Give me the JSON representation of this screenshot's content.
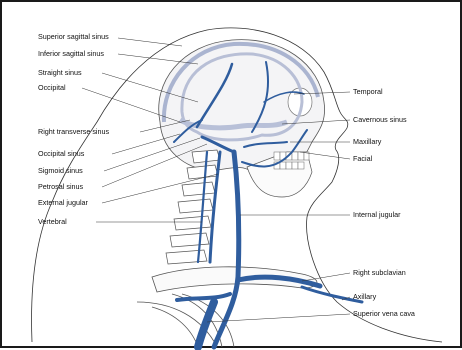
{
  "labels_left": {
    "superior_sagittal_sinus": "Superior sagittal sinus",
    "inferior_sagittal_sinus": "Inferior sagittal sinus",
    "straight_sinus": "Straight sinus",
    "occipital": "Occipital",
    "right_transverse_sinus": "Right transverse sinus",
    "occipital_sinus": "Occipital sinus",
    "sigmoid_sinus": "Sigmoid sinus",
    "petrosal_sinus": "Petrosal sinus",
    "external_jugular": "External jugular",
    "vertebral": "Vertebral"
  },
  "labels_right": {
    "temporal": "Temporal",
    "cavernous_sinus": "Cavernous sinus",
    "maxillary": "Maxillary",
    "facial": "Facial",
    "internal_jugular": "Internal jugular",
    "right_subclavian": "Right subclavian",
    "axillary": "Axillary",
    "superior_vena_cava": "Superior vena cava"
  },
  "colors": {
    "vein": "#2f5d9e",
    "vein_light": "#aab4d0",
    "skull_fill": "#ffffff",
    "outline": "#222222"
  }
}
